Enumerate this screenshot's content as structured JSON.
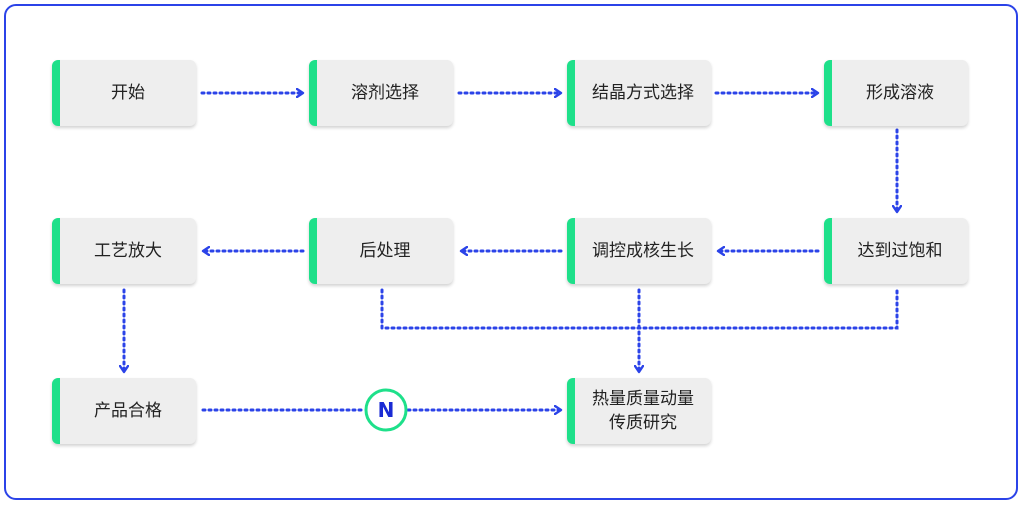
{
  "colors": {
    "border": "#2b43e8",
    "accent": "#1ee08a",
    "arrow": "#2b43e8",
    "node_bg": "#eeeeee"
  },
  "nodes": {
    "start": {
      "label": "开始"
    },
    "solvent": {
      "label": "溶剂选择"
    },
    "crystal_mode": {
      "label": "结晶方式选择"
    },
    "solution": {
      "label": "形成溶液"
    },
    "saturation": {
      "label": "达到过饱和"
    },
    "nucleation": {
      "label": "调控成核生长"
    },
    "post": {
      "label": "后处理"
    },
    "scaleup": {
      "label": "工艺放大"
    },
    "qualified": {
      "label": "产品合格"
    },
    "research": {
      "label": "热量质量动量\n传质研究"
    }
  },
  "badge": {
    "label": "N"
  }
}
